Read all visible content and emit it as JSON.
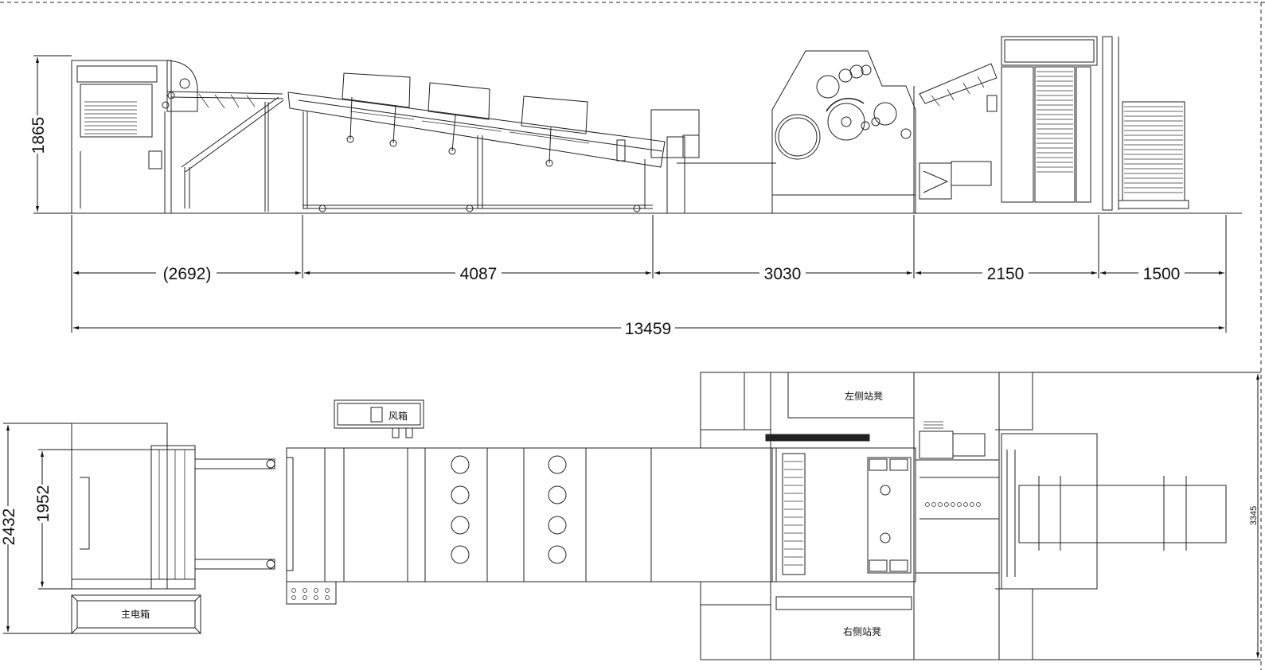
{
  "side_view": {
    "height_dim": "1865",
    "segments": [
      "(2692)",
      "4087",
      "3030",
      "2150",
      "1500"
    ],
    "total_length": "13459"
  },
  "top_view": {
    "inner_width_dim": "1952",
    "outer_width_dim": "2432",
    "total_width_dim": "3345",
    "labels": {
      "fan_box": "风箱",
      "main_electric_box": "主电箱",
      "left_stand": "左侧站凳",
      "right_stand": "右侧站凳"
    }
  }
}
